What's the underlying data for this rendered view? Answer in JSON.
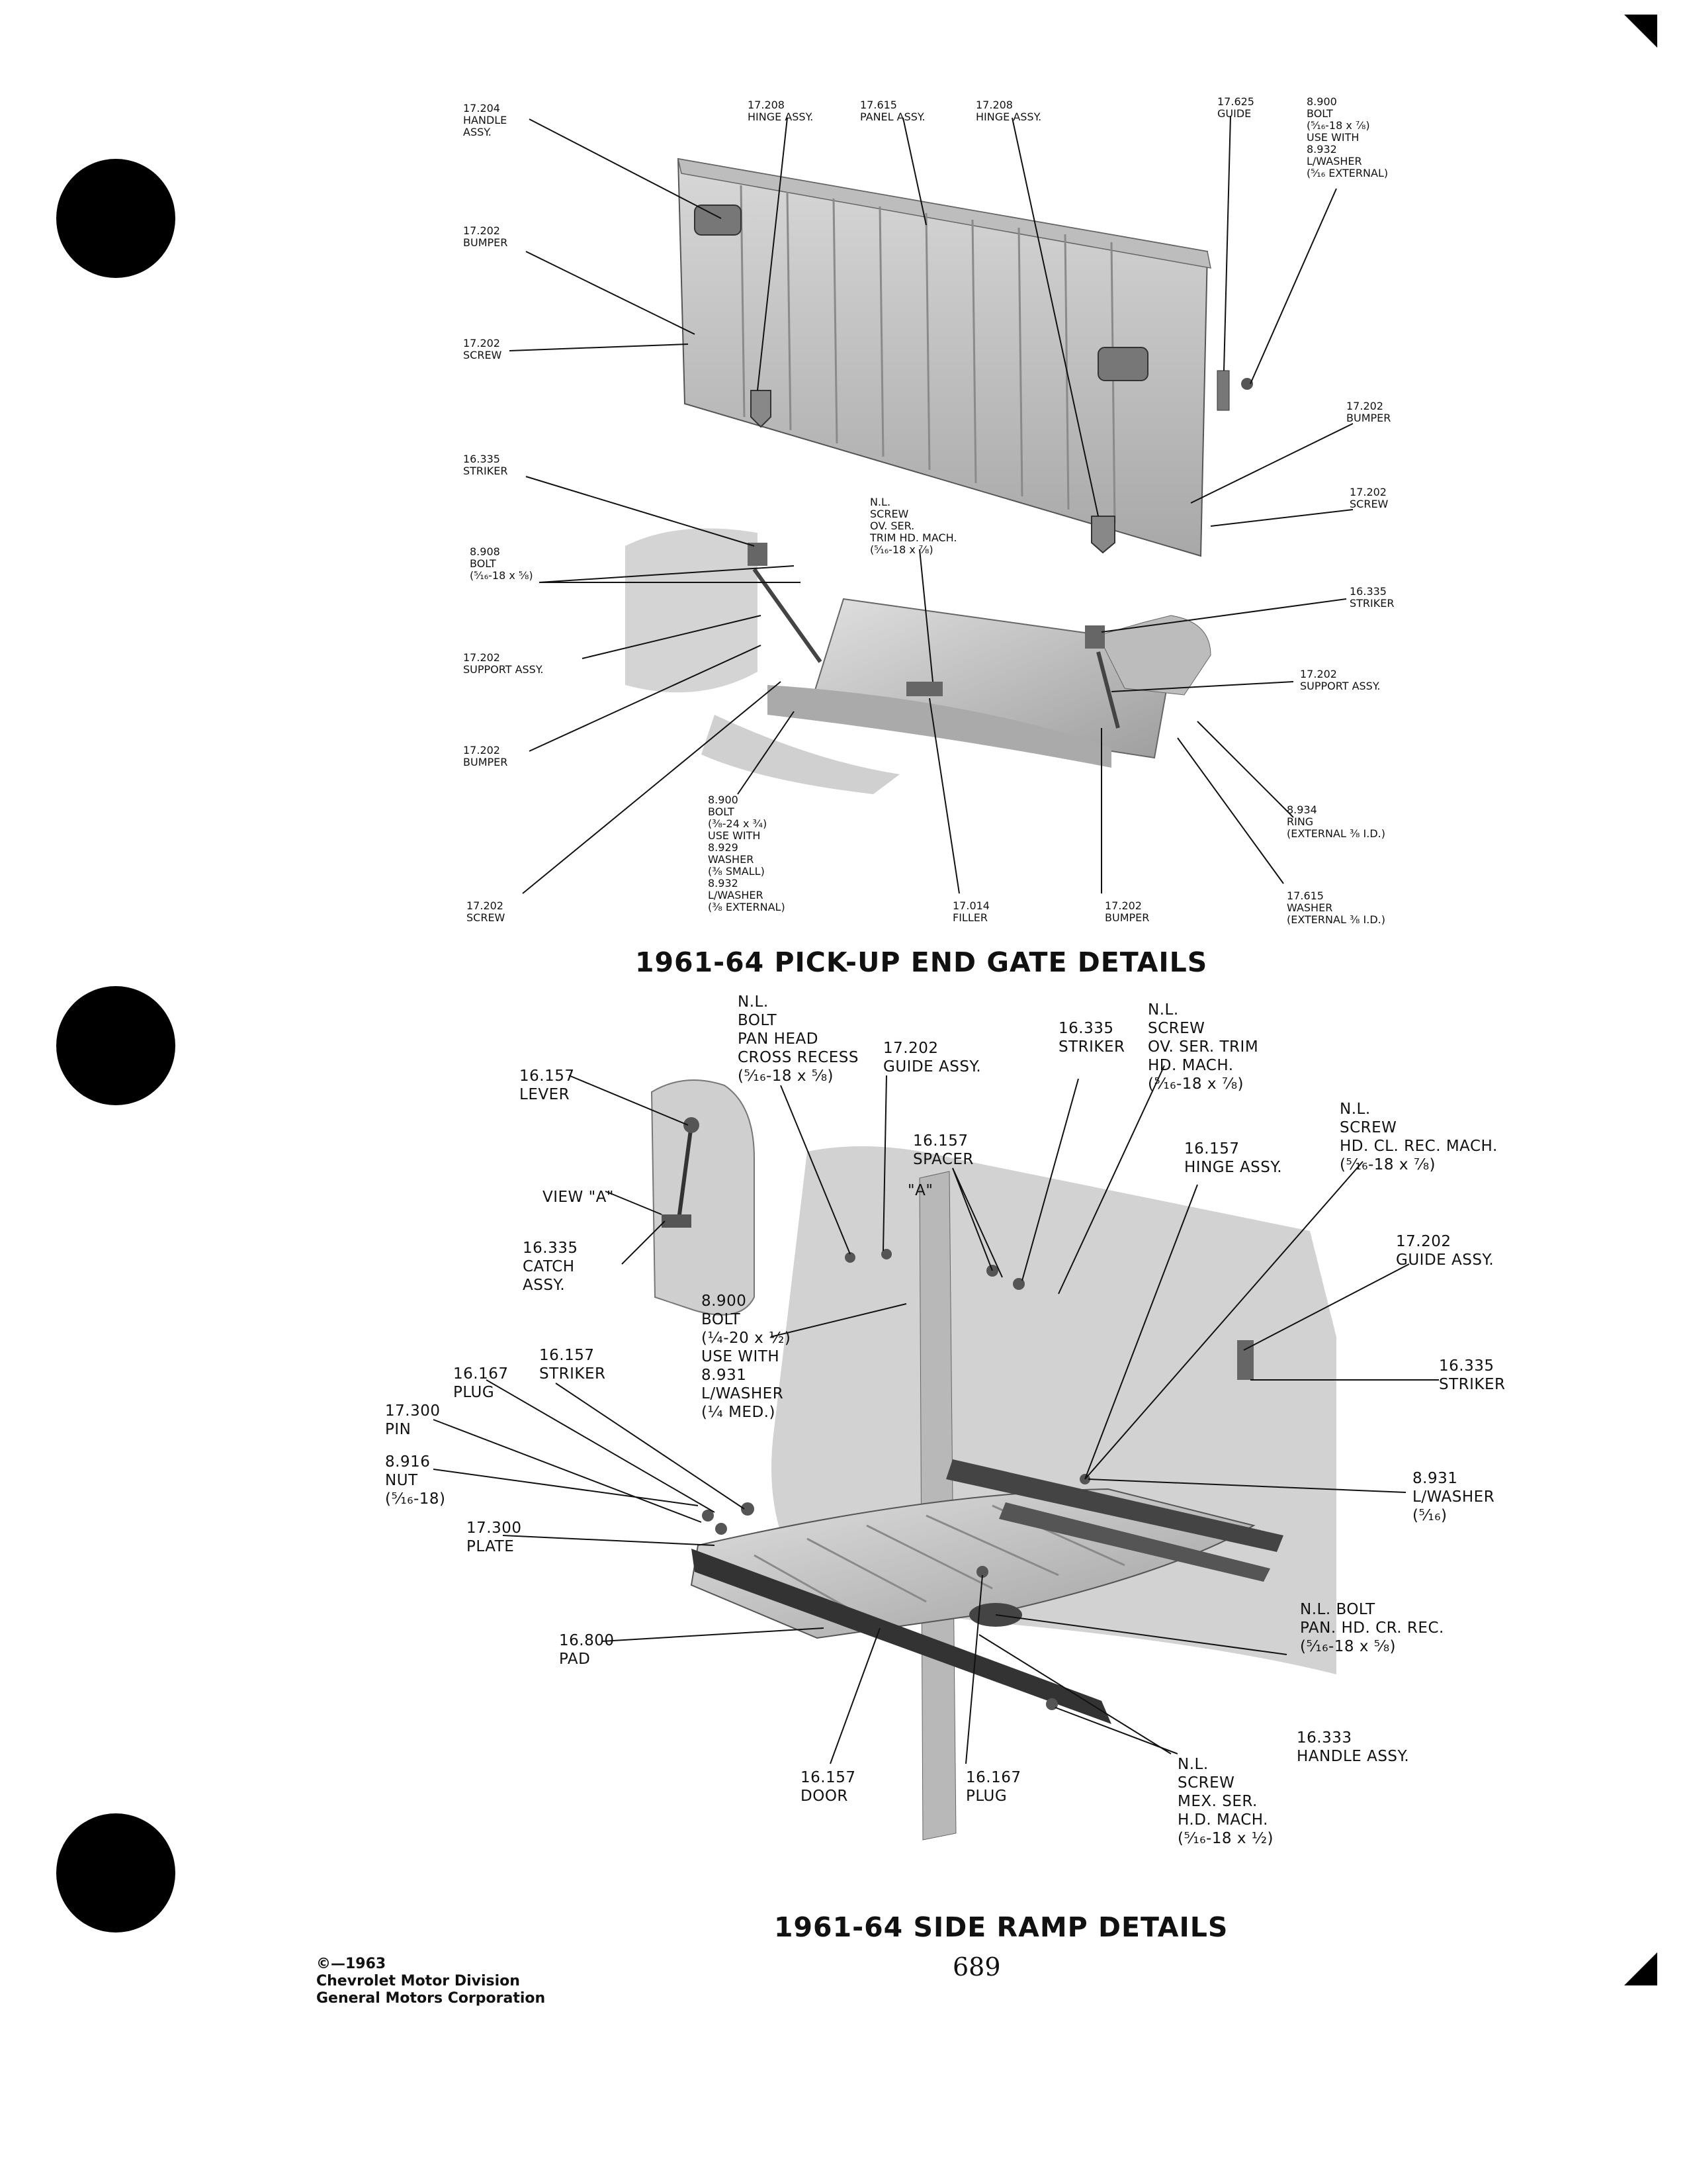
{
  "top_diagram": {
    "title": "1961-64 PICK-UP END GATE DETAILS",
    "callouts": [
      {
        "id": "handle",
        "text": "17.204\nHANDLE\nASSY."
      },
      {
        "id": "hinge-left",
        "text": "17.208\nHINGE ASSY."
      },
      {
        "id": "panel",
        "text": "17.615\nPANEL ASSY."
      },
      {
        "id": "hinge-right",
        "text": "17.208\nHINGE ASSY."
      },
      {
        "id": "guide",
        "text": "17.625\nGUIDE"
      },
      {
        "id": "bolt-guide",
        "text": "8.900\nBOLT\n(⁵⁄₁₆-18 x ⁷⁄₈)\nUSE WITH\n8.932\nL/WASHER\n(⁵⁄₁₆ EXTERNAL)"
      },
      {
        "id": "bumper-upper-left",
        "text": "17.202\nBUMPER"
      },
      {
        "id": "screw-upper-left",
        "text": "17.202\nSCREW"
      },
      {
        "id": "bumper-upper-right",
        "text": "17.202\nBUMPER"
      },
      {
        "id": "screw-upper-right",
        "text": "17.202\nSCREW"
      },
      {
        "id": "striker-left",
        "text": "16.335\nSTRIKER"
      },
      {
        "id": "screw-trim",
        "text": "N.L.\nSCREW\nOV. SER.\nTRIM HD. MACH.\n(⁵⁄₁₆-18 x ⁷⁄₈)"
      },
      {
        "id": "bolt-908",
        "text": "8.908\nBOLT\n(⁵⁄₁₆-18 x ⁵⁄₈)"
      },
      {
        "id": "striker-right",
        "text": "16.335\nSTRIKER"
      },
      {
        "id": "support-left",
        "text": "17.202\nSUPPORT ASSY."
      },
      {
        "id": "support-right",
        "text": "17.202\nSUPPORT ASSY."
      },
      {
        "id": "bumper-lower-left",
        "text": "17.202\nBUMPER"
      },
      {
        "id": "bolt-900",
        "text": "8.900\nBOLT\n(³⁄₈-24 x ³⁄₄)\nUSE WITH\n8.929\nWASHER\n(³⁄₈ SMALL)\n8.932\nL/WASHER\n(³⁄₈ EXTERNAL)"
      },
      {
        "id": "ring",
        "text": "8.934\nRING\n(EXTERNAL ³⁄₈ I.D.)"
      },
      {
        "id": "screw-lower-left",
        "text": "17.202\nSCREW"
      },
      {
        "id": "filler",
        "text": "17.014\nFILLER"
      },
      {
        "id": "bumper-lower-right",
        "text": "17.202\nBUMPER"
      },
      {
        "id": "washer",
        "text": "17.615\nWASHER\n(EXTERNAL ³⁄₈ I.D.)"
      }
    ]
  },
  "bottom_diagram": {
    "title": "1961-64 SIDE RAMP DETAILS",
    "callouts": [
      {
        "id": "bolt-pan-head",
        "text": "N.L.\nBOLT\nPAN HEAD\nCROSS RECESS\n(⁵⁄₁₆-18 x ⁵⁄₈)"
      },
      {
        "id": "guide-assy-top",
        "text": "17.202\nGUIDE ASSY."
      },
      {
        "id": "striker-top",
        "text": "16.335\nSTRIKER"
      },
      {
        "id": "screw-ov",
        "text": "N.L.\nSCREW\nOV. SER. TRIM\nHD. MACH.\n(⁵⁄₁₆-18 x ⁷⁄₈)"
      },
      {
        "id": "lever",
        "text": "16.157\nLEVER"
      },
      {
        "id": "spacer",
        "text": "16.157\nSPACER"
      },
      {
        "id": "view-a-mark",
        "text": "\"A\""
      },
      {
        "id": "hinge-assy",
        "text": "16.157\nHINGE ASSY."
      },
      {
        "id": "screw-hd-cl",
        "text": "N.L.\nSCREW\nHD. CL. REC. MACH.\n(⁵⁄₁₆-18 x ⁷⁄₈)"
      },
      {
        "id": "view-a",
        "text": "VIEW \"A\""
      },
      {
        "id": "catch",
        "text": "16.335\nCATCH\nASSY."
      },
      {
        "id": "guide-assy-right",
        "text": "17.202\nGUIDE ASSY."
      },
      {
        "id": "bolt-900",
        "text": "8.900\nBOLT\n(¹⁄₄-20 x ¹⁄₂)\nUSE WITH\n8.931\nL/WASHER\n(¹⁄₄ MED.)"
      },
      {
        "id": "striker-16157",
        "text": "16.157\nSTRIKER"
      },
      {
        "id": "plug-top",
        "text": "16.167\nPLUG"
      },
      {
        "id": "striker-right",
        "text": "16.335\nSTRIKER"
      },
      {
        "id": "pin",
        "text": "17.300\nPIN"
      },
      {
        "id": "nut",
        "text": "8.916\nNUT\n(⁵⁄₁₆-18)"
      },
      {
        "id": "lwasher",
        "text": "8.931\nL/WASHER\n(⁵⁄₁₆)"
      },
      {
        "id": "plate",
        "text": "17.300\nPLATE"
      },
      {
        "id": "bolt-pan-hd",
        "text": "N.L. BOLT\nPAN. HD. CR. REC.\n(⁵⁄₁₆-18 x ⁵⁄₈)"
      },
      {
        "id": "pad",
        "text": "16.800\nPAD"
      },
      {
        "id": "handle-assy",
        "text": "16.333\nHANDLE ASSY."
      },
      {
        "id": "door",
        "text": "16.157\nDOOR"
      },
      {
        "id": "plug-bottom",
        "text": "16.167\nPLUG"
      },
      {
        "id": "screw-mex",
        "text": "N.L.\nSCREW\nMEX. SER.\nH.D. MACH.\n(⁵⁄₁₆-18 x ¹⁄₂)"
      }
    ]
  },
  "page_number": "689",
  "copyright": "©—1963\nChevrolet Motor Division\nGeneral Motors Corporation"
}
